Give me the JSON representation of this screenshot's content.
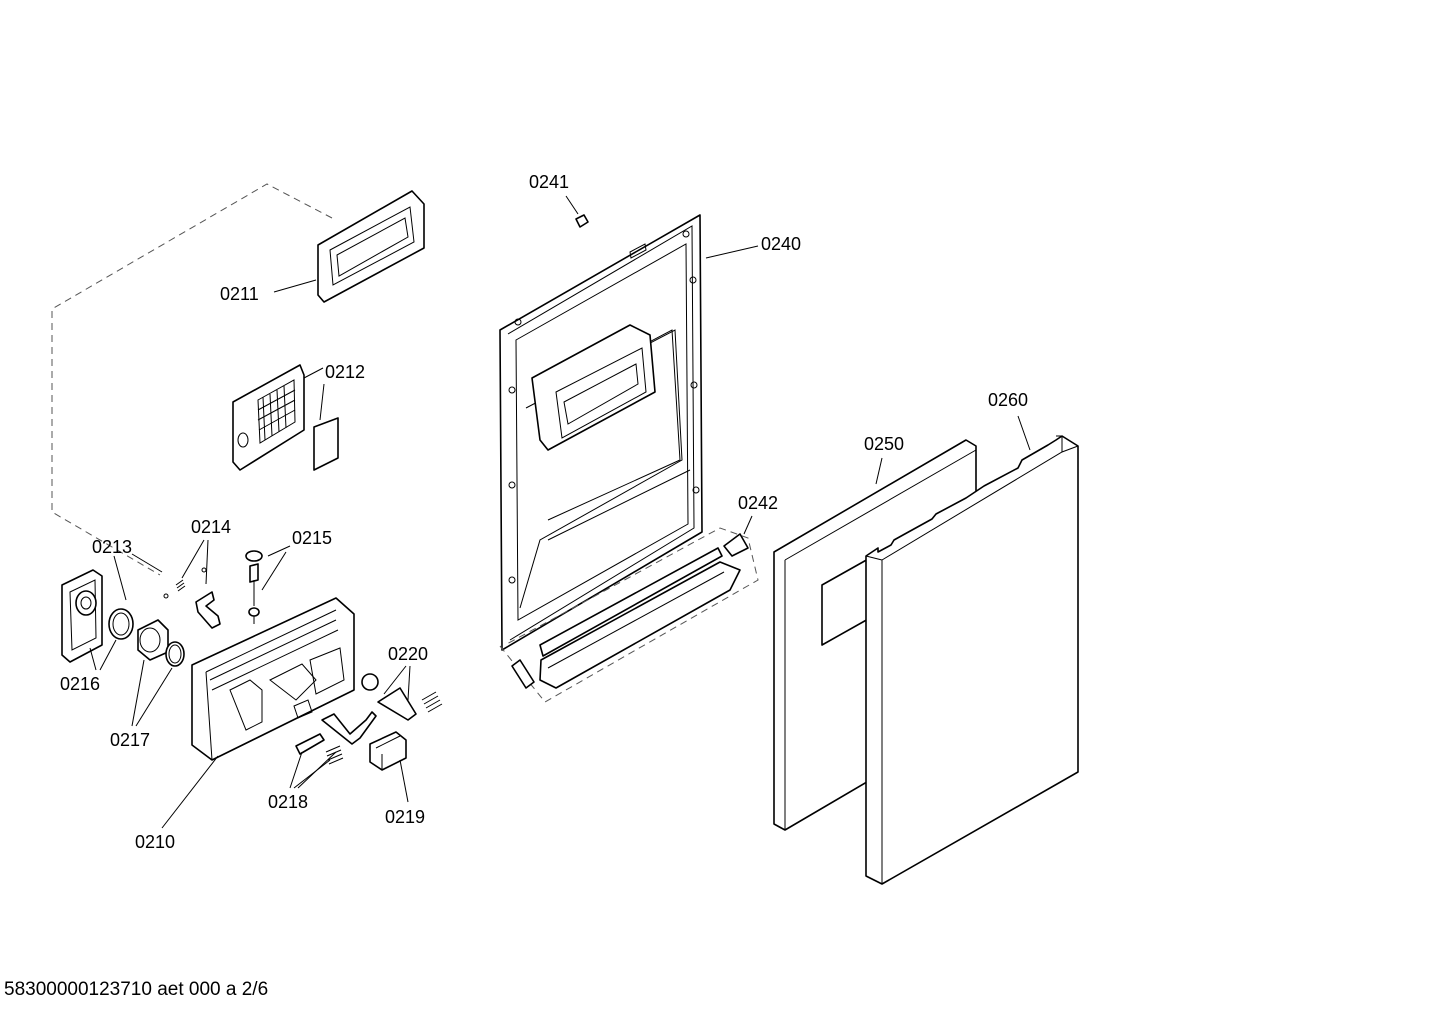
{
  "labels": {
    "p0210": "0210",
    "p0211": "0211",
    "p0212": "0212",
    "p0213": "0213",
    "p0214": "0214",
    "p0215": "0215",
    "p0216": "0216",
    "p0217": "0217",
    "p0218": "0218",
    "p0219": "0219",
    "p0220": "0220",
    "p0240": "0240",
    "p0241": "0241",
    "p0242": "0242",
    "p0250": "0250",
    "p0260": "0260"
  },
  "footer": "58300000123710 aet 000 a 2/6"
}
